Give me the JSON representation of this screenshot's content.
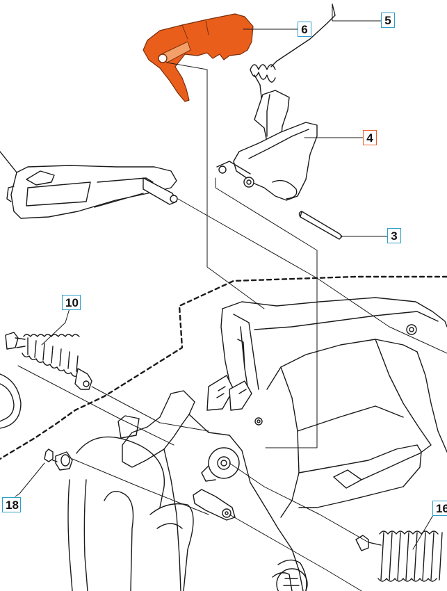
{
  "colors": {
    "line": "#1a1a1a",
    "highlight_part": "#ea5e1c",
    "callout_border": "#2e9ec9",
    "callout_border_highlight": "#e8602a",
    "background": "#ffffff"
  },
  "callouts": [
    {
      "id": "c6",
      "label": "6",
      "highlighted": false
    },
    {
      "id": "c5",
      "label": "5",
      "highlighted": false
    },
    {
      "id": "c4",
      "label": "4",
      "highlighted": true
    },
    {
      "id": "c3",
      "label": "3",
      "highlighted": false
    },
    {
      "id": "c10",
      "label": "10",
      "highlighted": false
    },
    {
      "id": "c18",
      "label": "18",
      "highlighted": false
    },
    {
      "id": "c16",
      "label": "16",
      "highlighted": false
    }
  ]
}
